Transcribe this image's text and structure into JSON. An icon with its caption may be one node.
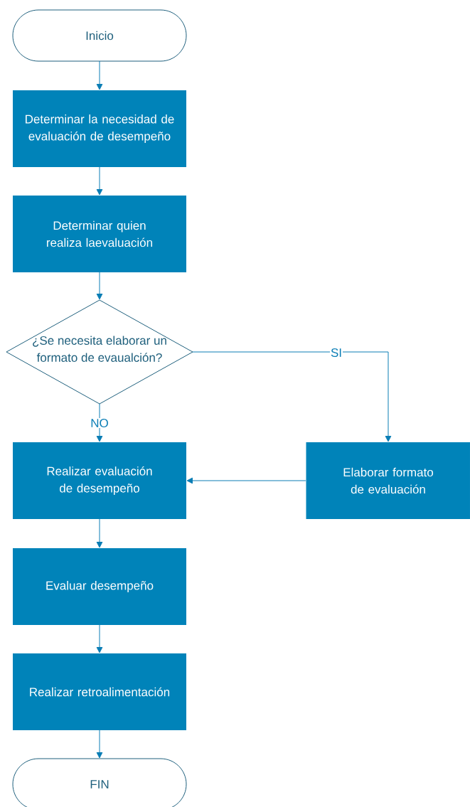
{
  "diagram": {
    "nodes": [
      {
        "text": [
          "Inicio"
        ]
      },
      {
        "text": [
          "Determinar la necesidad de evaluación de desempeño"
        ]
      },
      {
        "text": [
          "Determinar quien realiza laevaluación"
        ]
      },
      {
        "text": [
          "¿Se necesita elaborar un formato de evaualción?"
        ]
      },
      {
        "text": [
          "Realizar evaluación de desempeño"
        ]
      },
      {
        "text": [
          "Elaborar formato de evaluación"
        ]
      },
      {
        "text": [
          "Evaluar desempeño"
        ]
      },
      {
        "text": [
          "Realizar retroalimentación"
        ]
      },
      {
        "text": [
          "FIN"
        ]
      }
    ],
    "edges": [
      {
        "from": 0,
        "to": 1,
        "arrow": "to"
      },
      {
        "from": 1,
        "to": 2,
        "arrow": "to"
      },
      {
        "from": 2,
        "to": 3,
        "arrow": "to"
      },
      {
        "from": 3,
        "to": 4,
        "arrow": "to",
        "label": "NO"
      },
      {
        "from": 3,
        "to": 5,
        "arrow": "to",
        "label": "SI"
      },
      {
        "from": 5,
        "to": 4,
        "arrow": "to"
      },
      {
        "from": 4,
        "to": 6,
        "arrow": "to"
      },
      {
        "from": 6,
        "to": 7,
        "arrow": "to"
      },
      {
        "from": 7,
        "to": 8,
        "arrow": "to"
      }
    ]
  }
}
